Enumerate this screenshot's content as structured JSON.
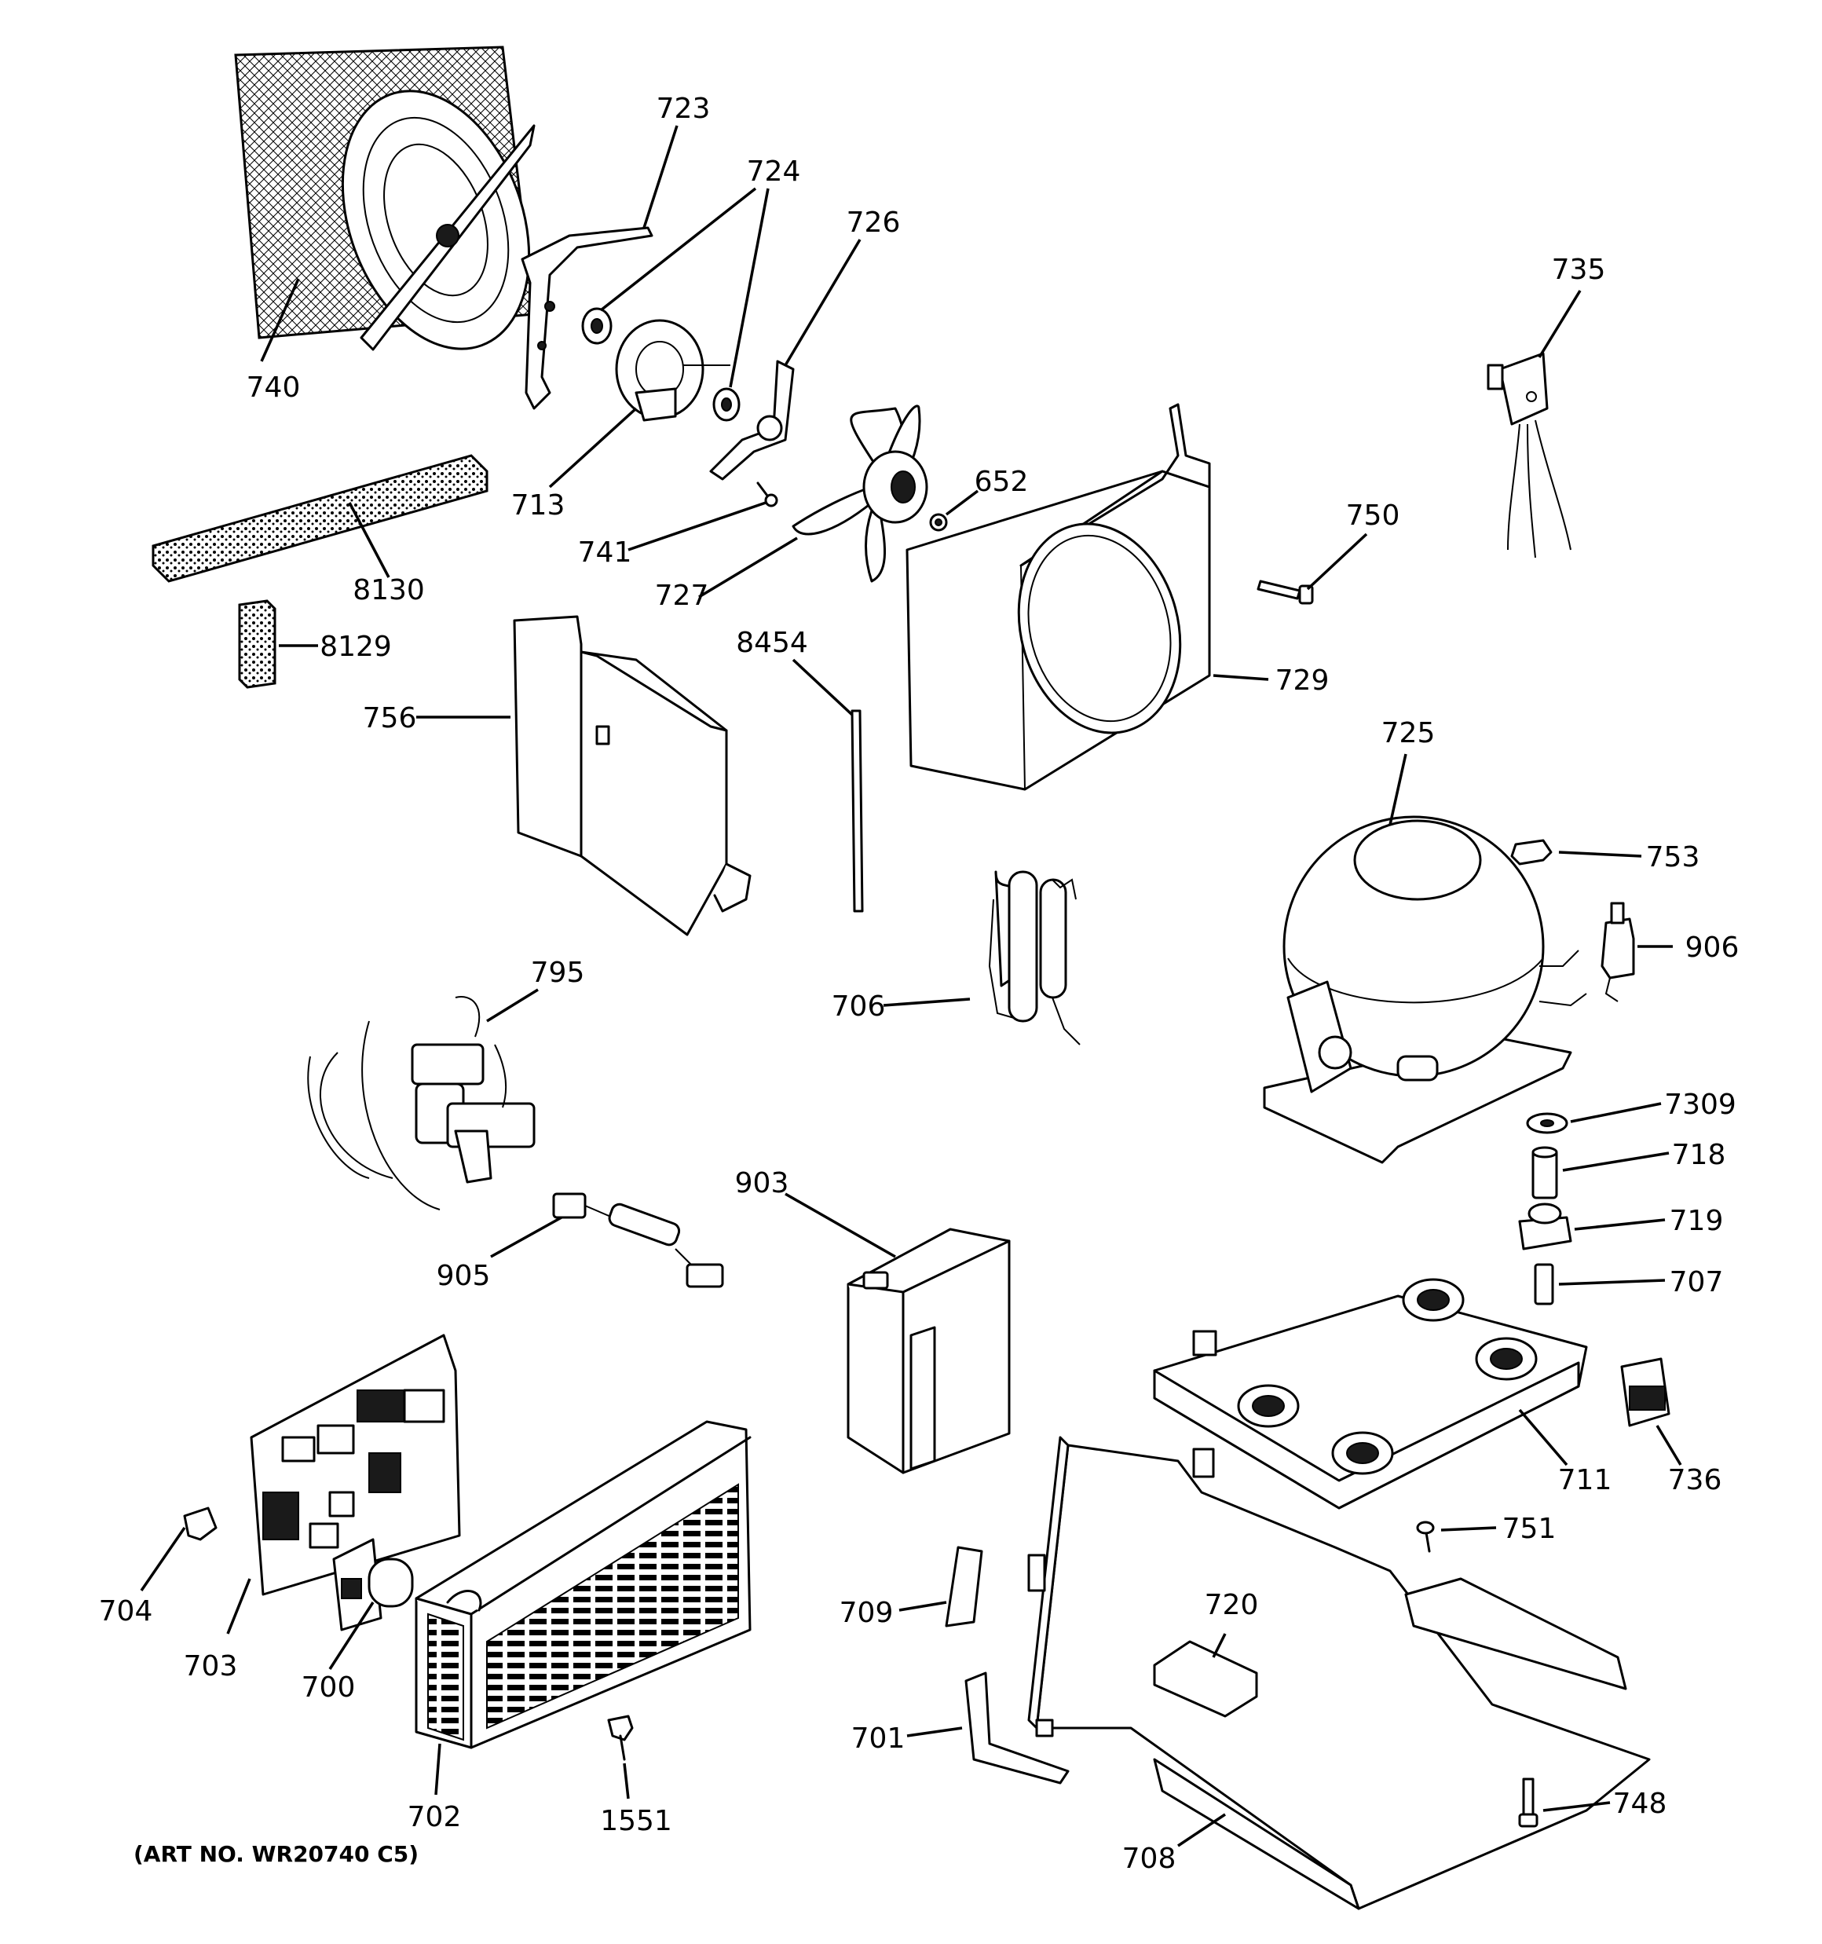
{
  "diagram": {
    "art_number": "(ART NO. WR20740 C5)",
    "callouts": [
      {
        "id": "740",
        "label": "740"
      },
      {
        "id": "723",
        "label": "723"
      },
      {
        "id": "724",
        "label": "724"
      },
      {
        "id": "726",
        "label": "726"
      },
      {
        "id": "735",
        "label": "735"
      },
      {
        "id": "713",
        "label": "713"
      },
      {
        "id": "652",
        "label": "652"
      },
      {
        "id": "741",
        "label": "741"
      },
      {
        "id": "750",
        "label": "750"
      },
      {
        "id": "8130",
        "label": "8130"
      },
      {
        "id": "727",
        "label": "727"
      },
      {
        "id": "8129",
        "label": "8129"
      },
      {
        "id": "8454",
        "label": "8454"
      },
      {
        "id": "729",
        "label": "729"
      },
      {
        "id": "756",
        "label": "756"
      },
      {
        "id": "725",
        "label": "725"
      },
      {
        "id": "753",
        "label": "753"
      },
      {
        "id": "795",
        "label": "795"
      },
      {
        "id": "906",
        "label": "906"
      },
      {
        "id": "706",
        "label": "706"
      },
      {
        "id": "7309",
        "label": "7309"
      },
      {
        "id": "718",
        "label": "718"
      },
      {
        "id": "903",
        "label": "903"
      },
      {
        "id": "719",
        "label": "719"
      },
      {
        "id": "905",
        "label": "905"
      },
      {
        "id": "707",
        "label": "707"
      },
      {
        "id": "711",
        "label": "711"
      },
      {
        "id": "736",
        "label": "736"
      },
      {
        "id": "751",
        "label": "751"
      },
      {
        "id": "704",
        "label": "704"
      },
      {
        "id": "709",
        "label": "709"
      },
      {
        "id": "720",
        "label": "720"
      },
      {
        "id": "703",
        "label": "703"
      },
      {
        "id": "700",
        "label": "700"
      },
      {
        "id": "701",
        "label": "701"
      },
      {
        "id": "748",
        "label": "748"
      },
      {
        "id": "702",
        "label": "702"
      },
      {
        "id": "1551",
        "label": "1551"
      },
      {
        "id": "708",
        "label": "708"
      }
    ]
  }
}
